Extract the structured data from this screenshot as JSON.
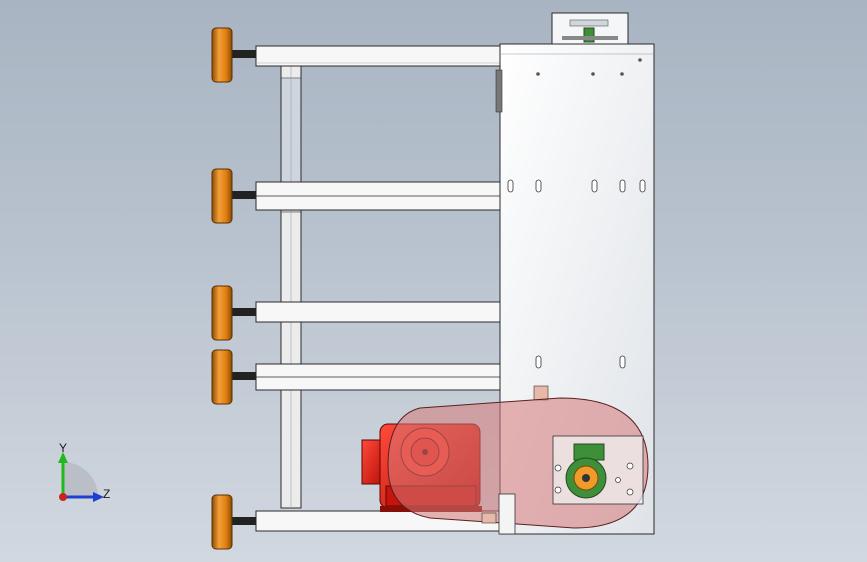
{
  "view": {
    "type": "cad-assembly-front-view",
    "background_top": "#a9b4c2",
    "background_bottom": "#d2d8e0"
  },
  "colors": {
    "foot_pad": "#e07f10",
    "foot_pad_dark": "#8a4b05",
    "frame_rail": "#f7f7f7",
    "frame_edge": "#2b2b2b",
    "side_plate": "#f2f4f6",
    "motor_red": "#e01b10",
    "belt_guard": "rgba(214,120,120,0.55)",
    "sprocket_green": "#3f8f3a"
  },
  "triad": {
    "y_label": "Y",
    "z_label": "Z",
    "y_color": "#1fb81f",
    "z_color": "#1f3fd0",
    "x_color": "#d01f1f"
  },
  "parts": {
    "leveling_feet_count": 5,
    "horizontal_rails_count": 5,
    "icons": [
      "leveling-foot-icon",
      "gear-motor-icon",
      "sprocket-icon",
      "belt-guard-icon",
      "axis-triad-icon"
    ]
  }
}
